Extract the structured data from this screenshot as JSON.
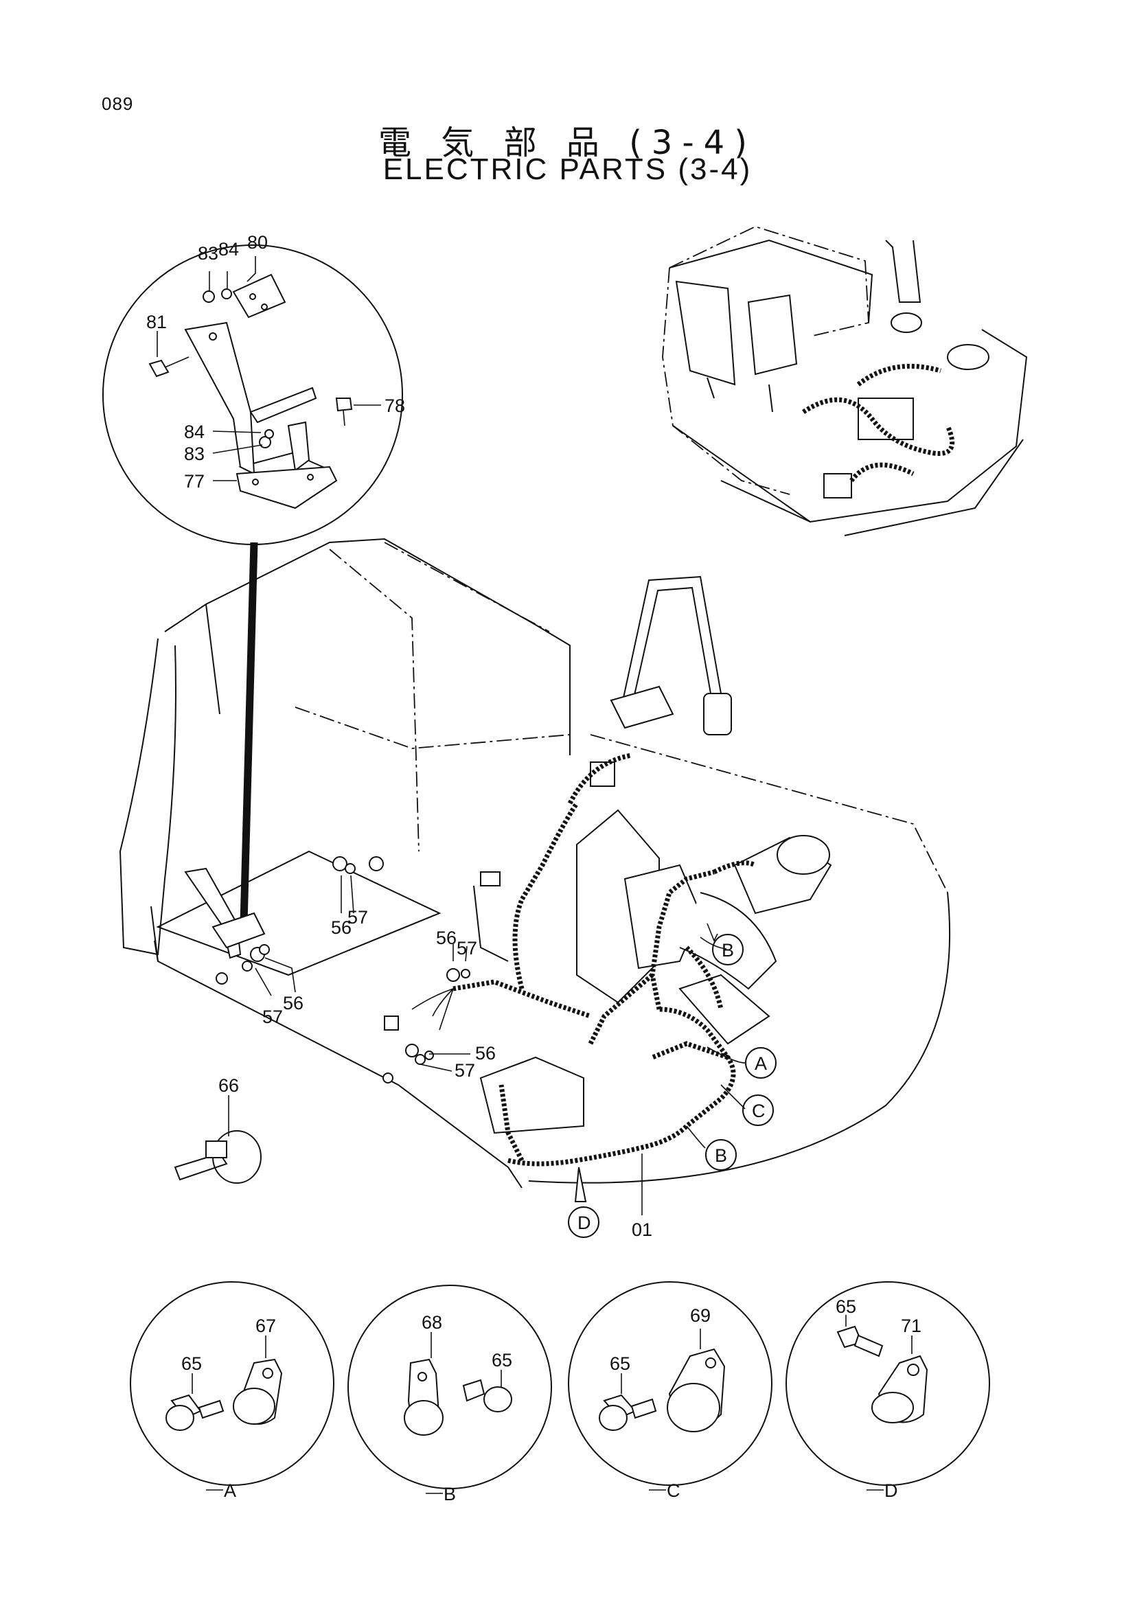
{
  "page_number": "089",
  "title_jp": "電 気 部 品 (3-4)",
  "title_en": "ELECTRIC PARTS (3-4)",
  "detail_bracket_labels": {
    "p83_top": "83",
    "p84_top": "84",
    "p80": "80",
    "p81": "81",
    "p78": "78",
    "p84_bot": "84",
    "p83_bot": "83",
    "p77": "77"
  },
  "main_labels": {
    "p56_a": "56",
    "p57_a": "57",
    "p56_b": "56",
    "p57_b": "57",
    "p56_c": "56",
    "p57_c": "57",
    "p56_d": "56",
    "p57_d": "57",
    "p66": "66",
    "p01": "01"
  },
  "callouts": {
    "a": "A",
    "b_upper": "B",
    "b_lower": "B",
    "c": "C",
    "d": "D"
  },
  "clamp_details": [
    {
      "letter": "A",
      "bolt": "65",
      "clamp": "67"
    },
    {
      "letter": "B",
      "bolt": "65",
      "clamp": "68"
    },
    {
      "letter": "C",
      "bolt": "65",
      "clamp": "69"
    },
    {
      "letter": "D",
      "bolt": "65",
      "clamp": "71"
    }
  ]
}
